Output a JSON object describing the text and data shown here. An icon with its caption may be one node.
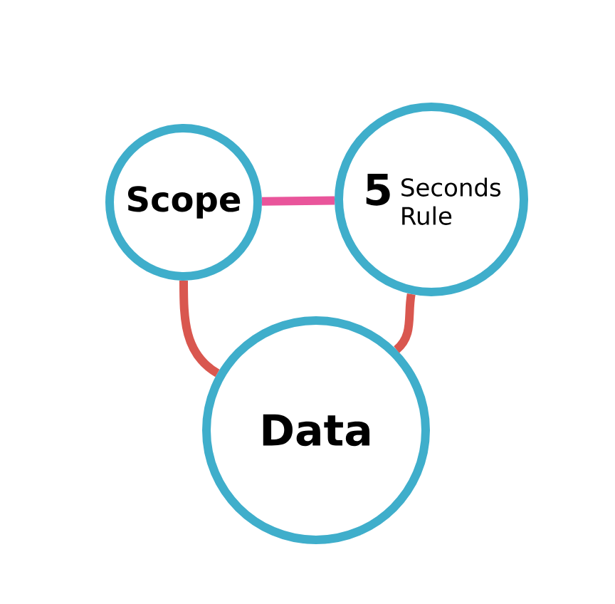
{
  "diagram": {
    "nodes": [
      {
        "text": [
          "Scope"
        ]
      },
      {
        "text": [
          "5",
          "Seconds Rule"
        ]
      },
      {
        "text": [
          "Data"
        ]
      }
    ],
    "edges": [
      {
        "from": 0,
        "to": 1,
        "arrow": "none",
        "color": "#e9559b"
      },
      {
        "from": 0,
        "to": 2,
        "arrow": "none"
      },
      {
        "from": 1,
        "to": 2,
        "arrow": "none"
      }
    ]
  }
}
